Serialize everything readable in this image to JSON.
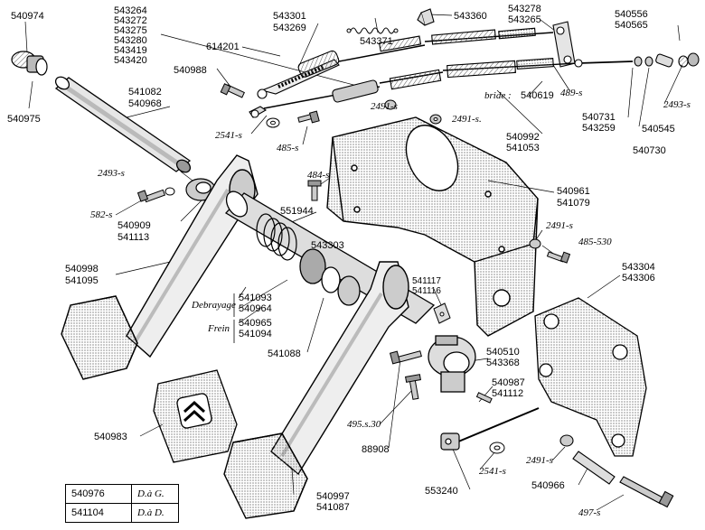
{
  "labels": {
    "l540974": "540974",
    "l540975": "540975",
    "l543264": "543264",
    "l543272": "543272",
    "l543275": "543275",
    "l543280": "543280",
    "l543419": "543419",
    "l543420": "543420",
    "l543301": "543301",
    "l543269": "543269",
    "l543371": "543371",
    "l543360": "543360",
    "l543278": "543278",
    "l543265": "543265",
    "l540556": "540556",
    "l540565": "540565",
    "l614201": "614201",
    "l540988": "540988",
    "l541082": "541082",
    "l540968": "540968",
    "l2491s_a": "2491-s",
    "l2491s_b": "2491-s.",
    "l2541s_a": "2541-s",
    "l485s": "485-s",
    "l489s": "489-s",
    "l2493s_a": "2493-s",
    "l2493s_b": "2493-s",
    "l540545": "540545",
    "l540730": "540730",
    "l540731": "540731",
    "l543259": "543259",
    "l540992": "540992",
    "l541053": "541053",
    "l_bride": "bride :",
    "l540619": "540619",
    "l484s": "484-s",
    "l582s": "582-s",
    "l540909": "540909",
    "l541113": "541113",
    "l551944": "551944",
    "l540961": "540961",
    "l541079": "541079",
    "l2491s_c": "2491-s",
    "l485_530": "485-530",
    "l543303": "543303",
    "l540998": "540998",
    "l541095": "541095",
    "l_debrayage": "Debrayage",
    "l541093": "541093",
    "l540964": "540964",
    "l_frein": "Frein",
    "l540965": "540965",
    "l541094": "541094",
    "l541117": "541117",
    "l541116": "541116",
    "l543304": "543304",
    "l543306": "543306",
    "l541088": "541088",
    "l540510": "540510",
    "l543368": "543368",
    "l540987": "540987",
    "l541112": "541112",
    "l540983": "540983",
    "l495s30": "495.s.30",
    "l88908": "88908",
    "l2541s_b": "2541-s",
    "l553240": "553240",
    "l2491s_d": "2491-s",
    "l540966": "540966",
    "l540997": "540997",
    "l541087": "541087",
    "l497s": "497-s"
  },
  "legend": [
    {
      "code": "540976",
      "side": "D.à G."
    },
    {
      "code": "541104",
      "side": "D.à D."
    }
  ]
}
